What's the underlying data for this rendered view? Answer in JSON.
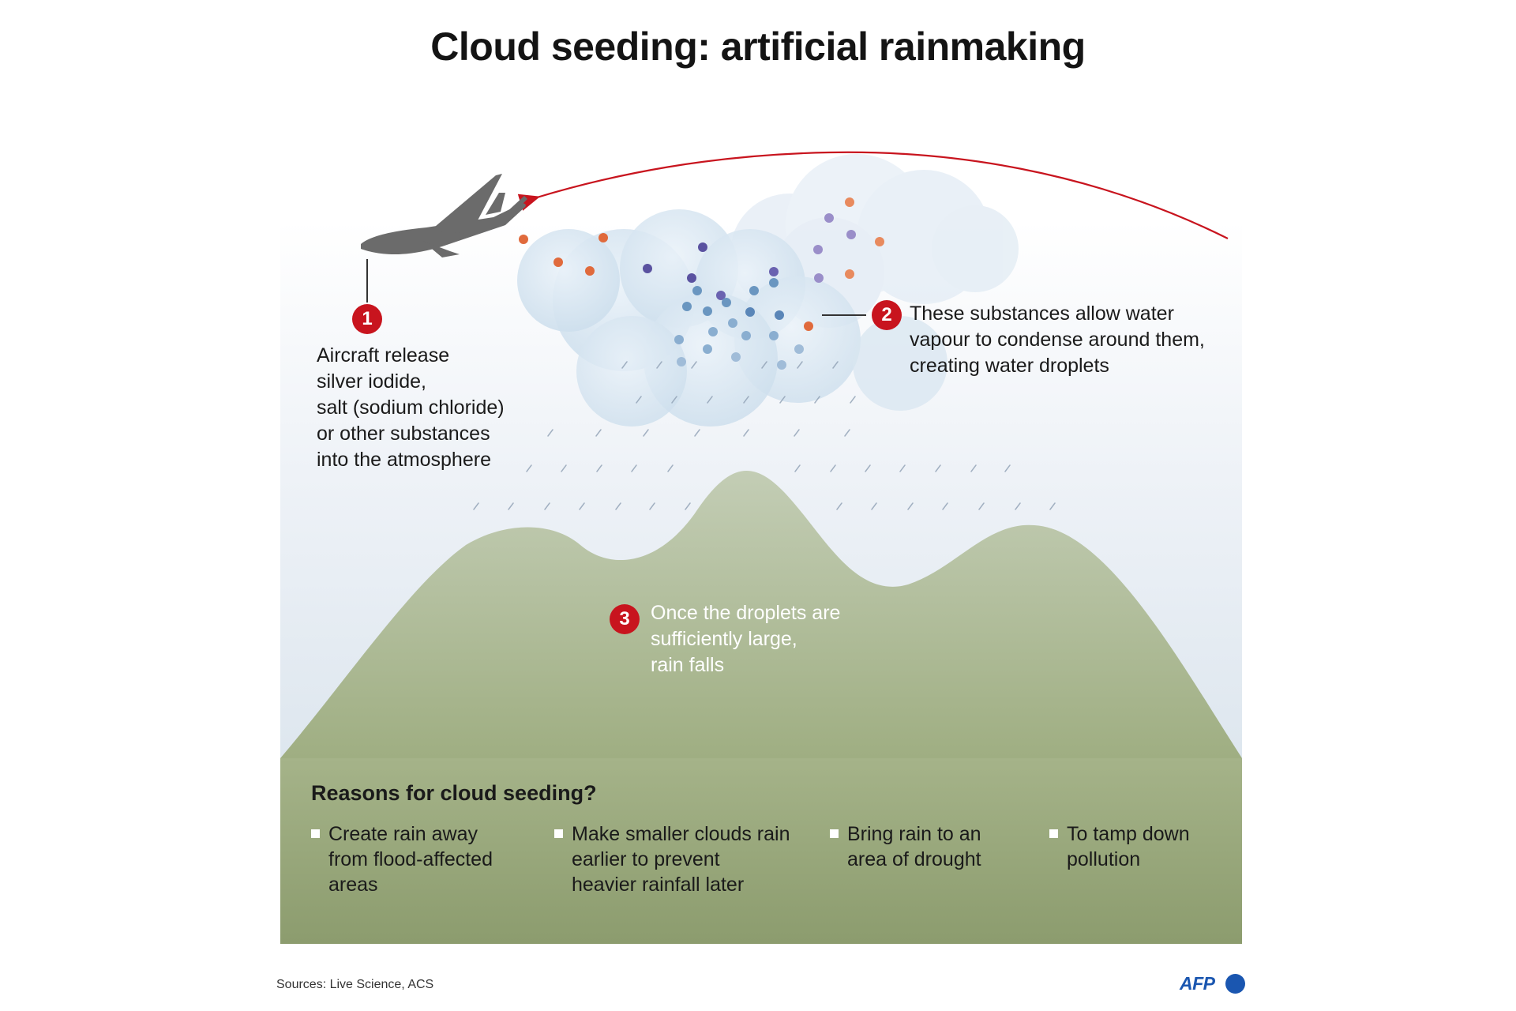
{
  "title": "Cloud seeding: artificial rainmaking",
  "steps": [
    {
      "number": "1",
      "text": "Aircraft release\nsilver iodide,\nsalt (sodium chloride)\nor other substances\ninto the atmosphere"
    },
    {
      "number": "2",
      "text": "These substances allow water\nvapour to condense around them,\ncreating water droplets"
    },
    {
      "number": "3",
      "text": "Once the droplets are\nsufficiently large,\nrain falls"
    }
  ],
  "reasons": {
    "title": "Reasons for cloud seeding?",
    "items": [
      "Create rain away\nfrom flood-affected\nareas",
      "Make smaller clouds rain\nearlier to prevent\nheavier rainfall later",
      "Bring rain to an\narea of drought",
      "To tamp down\npollution"
    ]
  },
  "sources": "Sources: Live Science, ACS",
  "logo": "AFP",
  "colors": {
    "badge": "#c8141e",
    "arrow": "#c8141e",
    "mountain": "#b5c4a0",
    "ground": "#8f9f70",
    "sky_top": "#ffffff",
    "sky_bottom": "#d4e0ea",
    "particle_red": "#e06a3c",
    "particle_purple": "#7b6db5",
    "particle_blue": "#6a96c0",
    "logo": "#1a56b0"
  }
}
